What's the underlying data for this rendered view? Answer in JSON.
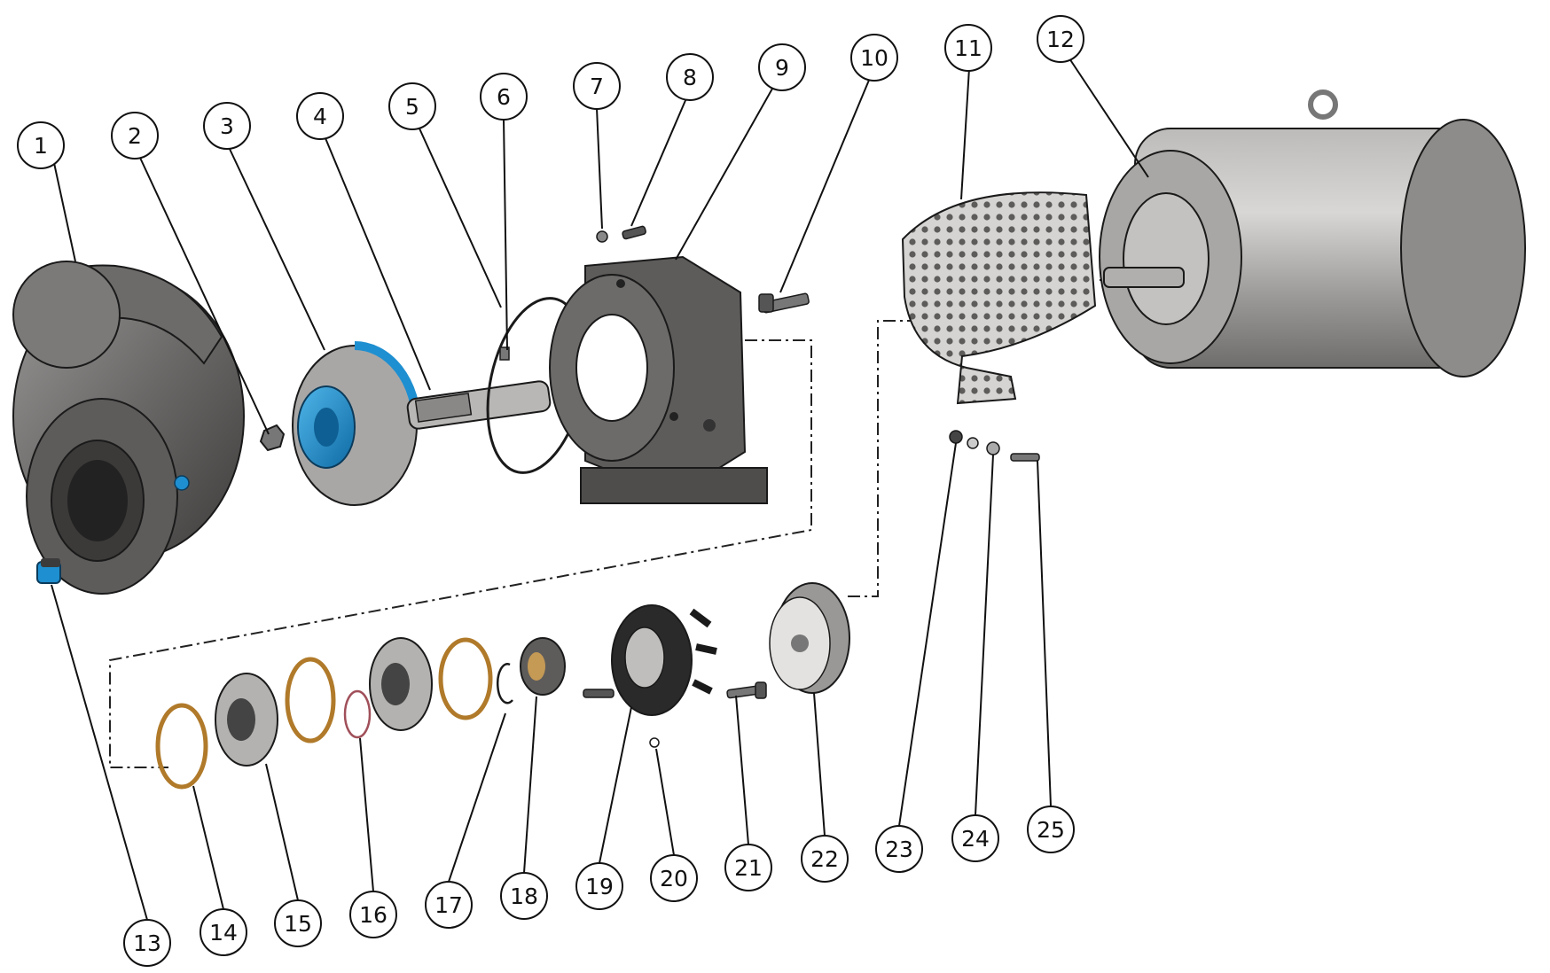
{
  "callouts": [
    {
      "label": "1"
    },
    {
      "label": "2"
    },
    {
      "label": "3"
    },
    {
      "label": "4"
    },
    {
      "label": "5"
    },
    {
      "label": "6"
    },
    {
      "label": "7"
    },
    {
      "label": "8"
    },
    {
      "label": "9"
    },
    {
      "label": "10"
    },
    {
      "label": "11"
    },
    {
      "label": "12"
    },
    {
      "label": "13"
    },
    {
      "label": "14"
    },
    {
      "label": "15"
    },
    {
      "label": "16"
    },
    {
      "label": "17"
    },
    {
      "label": "18"
    },
    {
      "label": "19"
    },
    {
      "label": "20"
    },
    {
      "label": "21"
    },
    {
      "label": "22"
    },
    {
      "label": "23"
    },
    {
      "label": "24"
    },
    {
      "label": "25"
    }
  ],
  "colors": {
    "metal_dark": "#5a5858",
    "metal_mid": "#8a8888",
    "metal_light": "#c9c7c5",
    "accent_blue": "#1e8fd0",
    "bronze": "#b07a2a",
    "outline": "#1a1a1a"
  }
}
